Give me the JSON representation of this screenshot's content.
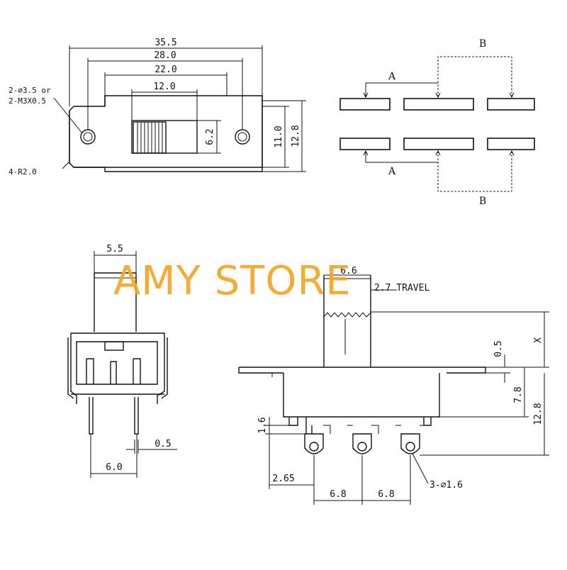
{
  "watermark": "AMY STORE",
  "top_view": {
    "dim_overall": "35.5",
    "dim_holes": "28.0",
    "dim_body": "22.0",
    "dim_slot": "12.0",
    "dim_slot_h": "6.2",
    "dim_body_h": "11.0",
    "dim_overall_h": "12.8",
    "hole_note_1": "2-⌀3.5 or",
    "hole_note_2": "2-M3X0.5",
    "radius_note": "4-R2.0"
  },
  "circuit": {
    "label_a_top": "A",
    "label_b_top": "B",
    "label_a_bottom": "A",
    "label_b_bottom": "B"
  },
  "end_view": {
    "dim_actuator_w": "5.5",
    "dim_pin_spacing": "6.0",
    "dim_pin_thickness": "0.5"
  },
  "side_view": {
    "dim_actuator_w": "6.6",
    "travel": "2.7 TRAVEL",
    "dim_plate_t": "0.5",
    "dim_x": "X",
    "dim_body_h": "7.8",
    "dim_total_h": "12.8",
    "dim_pin_off": "1.6",
    "dim_first": "2.65",
    "dim_pitch_1": "6.8",
    "dim_pitch_2": "6.8",
    "hole_note": "3-⌀1.6"
  },
  "colors": {
    "line": "#111111",
    "watermark": "#f5a623",
    "background": "#ffffff"
  }
}
